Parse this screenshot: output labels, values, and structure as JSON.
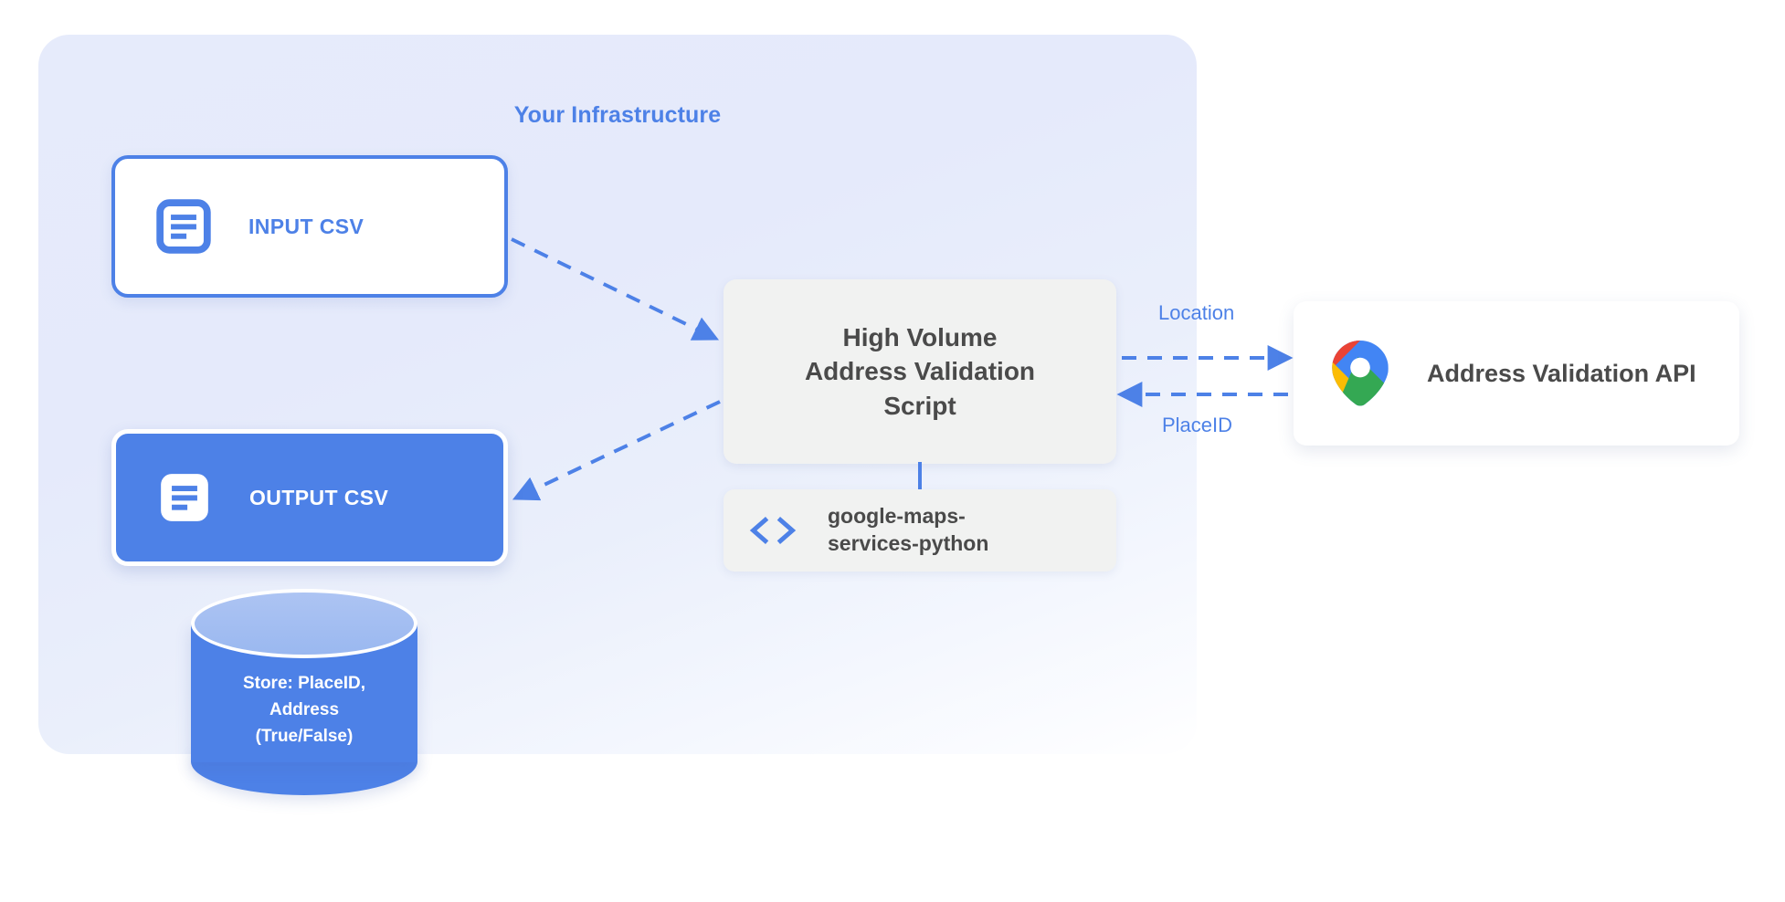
{
  "diagram": {
    "title": "Your Infrastructure",
    "accent_blue": "#4d81e7",
    "panel_bg": "#e5eafb",
    "card_gray": "#f1f2f1",
    "text_dark": "#4a4a4a"
  },
  "nodes": {
    "input_csv": {
      "label": "INPUT CSV",
      "icon": "document-icon"
    },
    "output_csv": {
      "label": "OUTPUT CSV",
      "icon": "document-icon"
    },
    "script": {
      "lines": [
        "High Volume",
        "Address Validation",
        "Script"
      ]
    },
    "library": {
      "lines": [
        "google-maps-",
        "services-python"
      ],
      "icon": "code-brackets-icon"
    },
    "api": {
      "label": "Address Validation API",
      "icon": "google-maps-pin-icon"
    },
    "database": {
      "lines": [
        "Store: PlaceID,",
        "Address",
        "(True/False)"
      ]
    }
  },
  "edges": {
    "location_label": "Location",
    "placeid_label": "PlaceID"
  }
}
